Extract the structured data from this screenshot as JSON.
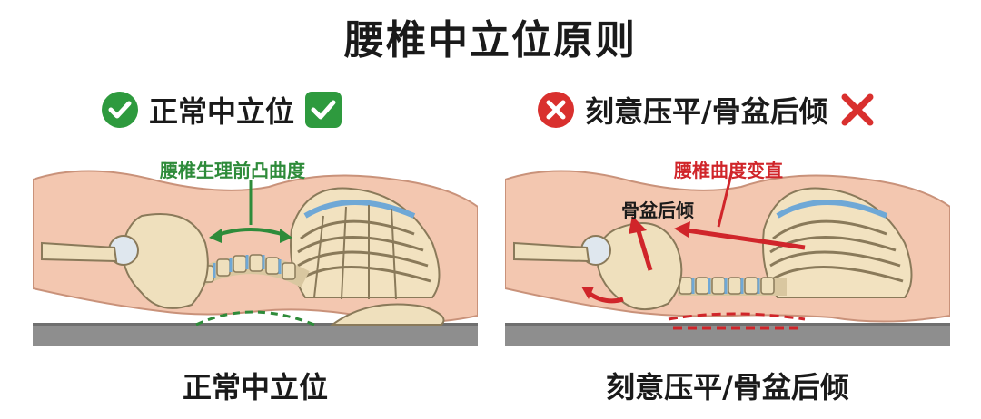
{
  "title": "腰椎中立位原则",
  "left_panel": {
    "heading": "正常中立位",
    "icon_left": "check-circle-icon",
    "icon_right": "check-square-icon",
    "annotation": "腰椎生理前凸曲度",
    "caption": "正常中立位",
    "accent_color": "#2e8b3a"
  },
  "right_panel": {
    "heading": "刻意压平/骨盆后倾",
    "icon_left": "x-circle-icon",
    "icon_right": "x-mark-icon",
    "annotation_curve": "腰椎曲度变直",
    "annotation_pelvis": "骨盆后倾",
    "caption": "刻意压平/骨盆后倾",
    "accent_color": "#d0252a"
  }
}
